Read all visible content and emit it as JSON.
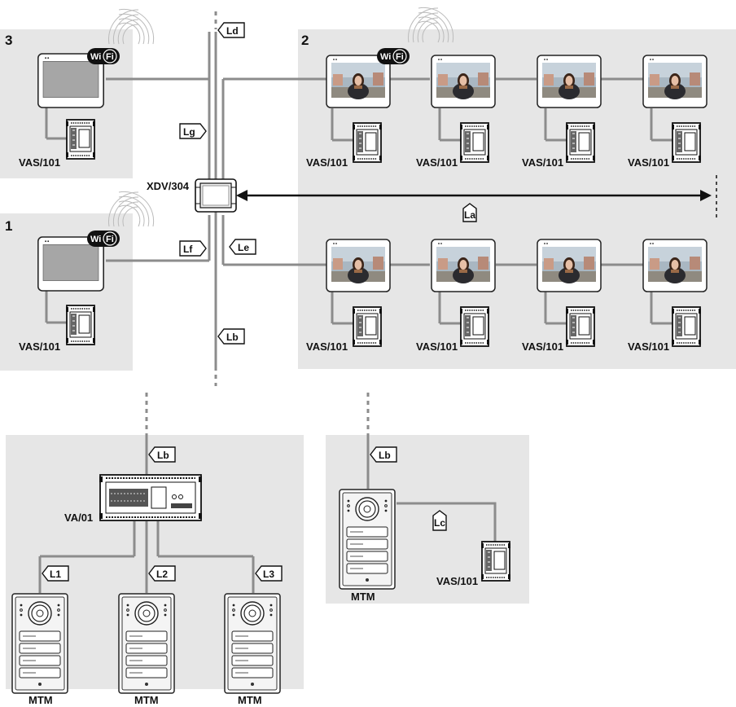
{
  "groups": {
    "g1": {
      "number": "1"
    },
    "g2": {
      "number": "2"
    },
    "g3": {
      "number": "3"
    }
  },
  "devices": {
    "switch": "XDV/304",
    "interface": "VA/01",
    "power_supply": "VAS/101",
    "entrance_panel": "MTM"
  },
  "wifi": {
    "left": "Wi",
    "right": "Fi"
  },
  "cable_tags": {
    "la": "La",
    "lb": "Lb",
    "lc": "Lc",
    "ld": "Ld",
    "le": "Le",
    "lf": "Lf",
    "lg": "Lg",
    "l1": "L1",
    "l2": "L2",
    "l3": "L3"
  },
  "colors": {
    "group_background": "#e6e6e6",
    "cable": "#8c8c8c",
    "screen": "#a6a6a6"
  }
}
